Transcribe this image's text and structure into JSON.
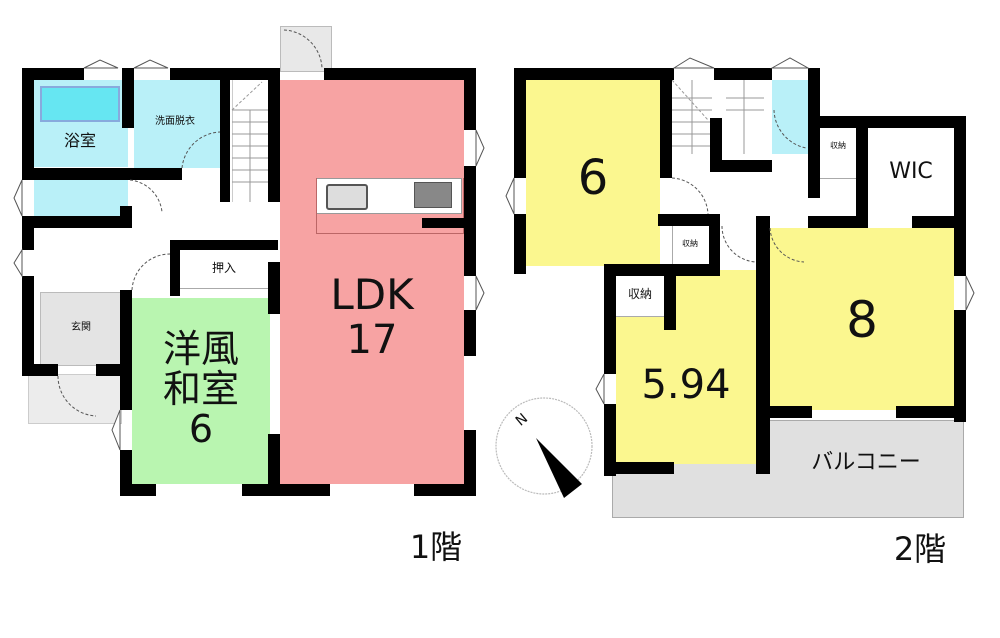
{
  "colors": {
    "wall": "#000000",
    "wet_area": "#b9f0f8",
    "bathtub": "#66e6f2",
    "ldk": "#f7a3a3",
    "japanese_room": "#b9f5b0",
    "bedroom": "#fbf78f",
    "entrance_tile": "#e2e2e2",
    "balcony": "#e0e0e0"
  },
  "floor1": {
    "label": "1階",
    "rooms": {
      "bath": "浴室",
      "washroom": "洗面脱衣",
      "closet": "押入",
      "entrance": "玄関",
      "japanese_room": "洋風\n和室\n6",
      "ldk_name": "LDK",
      "ldk_size": "17"
    }
  },
  "floor2": {
    "label": "2階",
    "rooms": {
      "bedroom_a": "6",
      "bedroom_b": "5.94",
      "bedroom_c": "8",
      "storage_small": "収納",
      "storage_b": "収納",
      "storage_hall": "収納",
      "wic": "WIC",
      "balcony": "バルコニー"
    }
  },
  "compass": {
    "north_label": "N"
  }
}
